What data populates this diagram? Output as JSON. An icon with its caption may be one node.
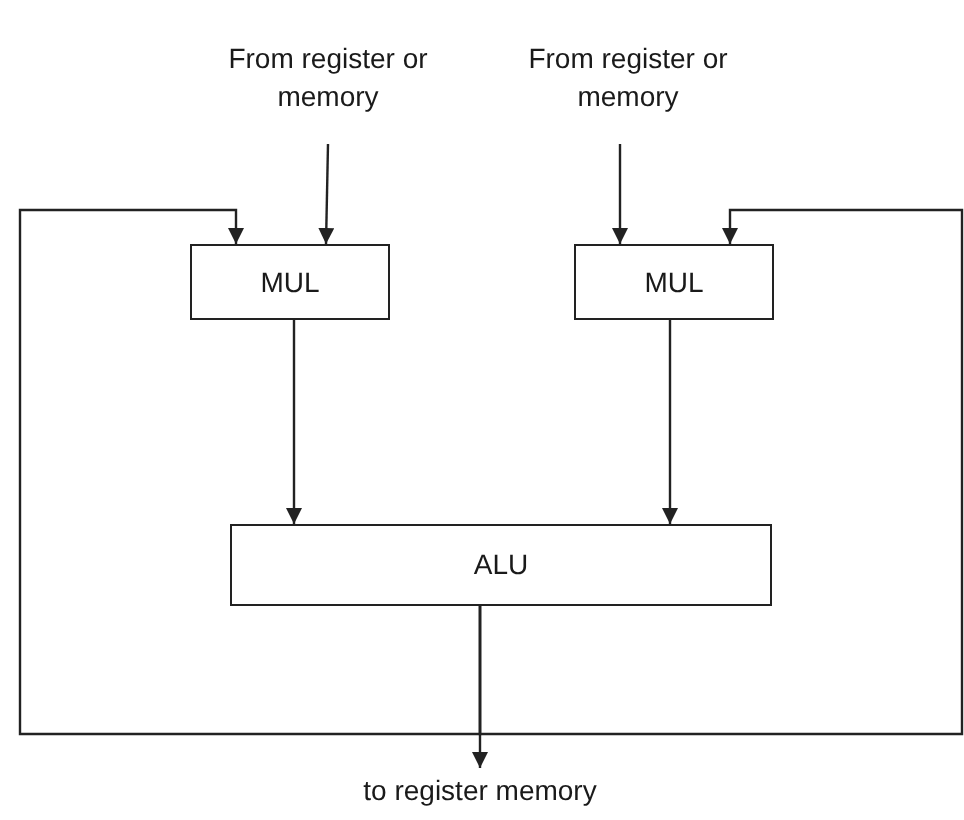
{
  "diagram": {
    "nodes": [
      {
        "text": [
          "From register or memory"
        ]
      },
      {
        "text": [
          "From register or memory"
        ]
      },
      {
        "text": [
          "MUL"
        ]
      },
      {
        "text": [
          "MUL"
        ]
      },
      {
        "text": [
          "ALU"
        ]
      },
      {
        "text": [
          "to register memory"
        ]
      }
    ],
    "edges": [
      {
        "from": 0,
        "to": 2,
        "arrow": "to"
      },
      {
        "from": 1,
        "to": 3,
        "arrow": "to"
      },
      {
        "from": 2,
        "to": 4,
        "arrow": "to"
      },
      {
        "from": 3,
        "to": 4,
        "arrow": "to"
      },
      {
        "from": 4,
        "to": 5,
        "arrow": "to"
      },
      {
        "from": 4,
        "to": 2,
        "arrow": "to"
      },
      {
        "from": 4,
        "to": 3,
        "arrow": "to"
      }
    ]
  }
}
